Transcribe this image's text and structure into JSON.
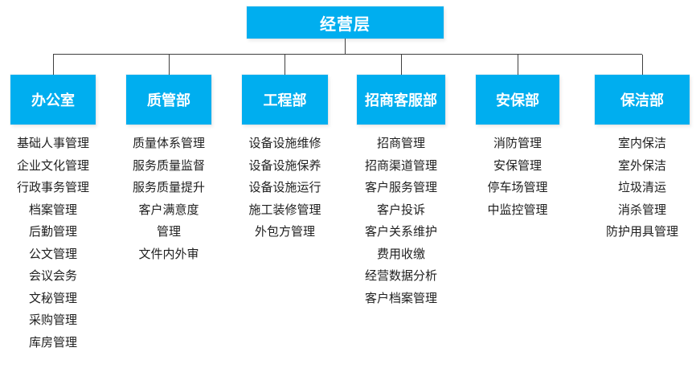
{
  "page": {
    "background": "#ffffff"
  },
  "chart": {
    "type": "org-chart",
    "root": {
      "label": "经营层"
    },
    "departments": [
      {
        "name": "办公室",
        "items": [
          "基础人事管理",
          "企业文化管理",
          "行政事务管理",
          "档案管理",
          "后勤管理",
          "公文管理",
          "会议会务",
          "文秘管理",
          "采购管理",
          "库房管理"
        ]
      },
      {
        "name": "质管部",
        "items": [
          "质量体系管理",
          "服务质量监督",
          "服务质量提升",
          "客户满意度",
          "管理",
          "文件内外审"
        ]
      },
      {
        "name": "工程部",
        "items": [
          "设备设施维修",
          "设备设施保养",
          "设备设施运行",
          "施工装修管理",
          "外包方管理"
        ]
      },
      {
        "name": "招商客服部",
        "items": [
          "招商管理",
          "招商渠道管理",
          "客户服务管理",
          "客户投诉",
          "客户关系维护",
          "费用收缴",
          "经营数据分析",
          "客户档案管理"
        ]
      },
      {
        "name": "安保部",
        "items": [
          "消防管理",
          "安保管理",
          "停车场管理",
          "中监控管理"
        ]
      },
      {
        "name": "保洁部",
        "items": [
          "室内保洁",
          "室外保洁",
          "垃圾清运",
          "消杀管理",
          "防护用具管理"
        ]
      }
    ],
    "colors": {
      "node_fill": "#00AEEF",
      "node_text": "#ffffff",
      "line": "#3f3f3f",
      "item_text": "#1f1f1f",
      "page_bg": "#ffffff"
    }
  }
}
